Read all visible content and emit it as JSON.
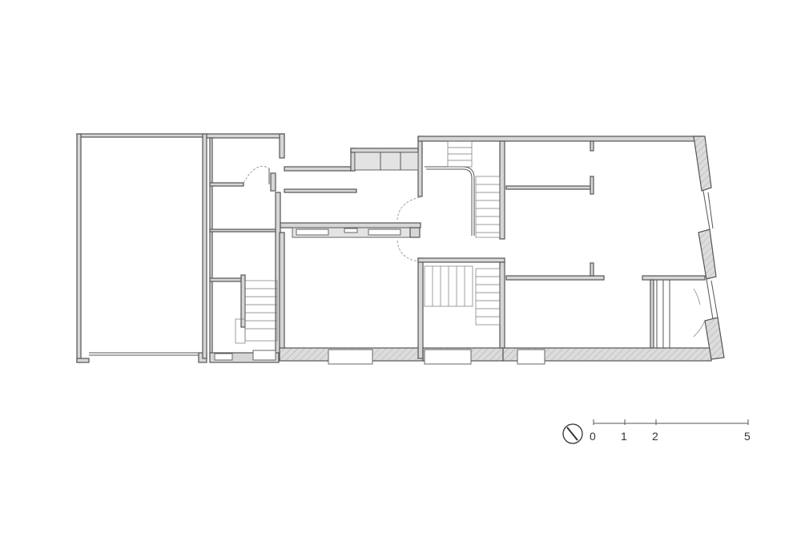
{
  "scale_bar": {
    "labels": [
      "0",
      "1",
      "2",
      "5"
    ]
  },
  "north_arrow": {
    "icon": "north-arrow-icon"
  },
  "colors": {
    "wall": "#d6d6d6",
    "line": "#555555",
    "background": "#ffffff"
  }
}
